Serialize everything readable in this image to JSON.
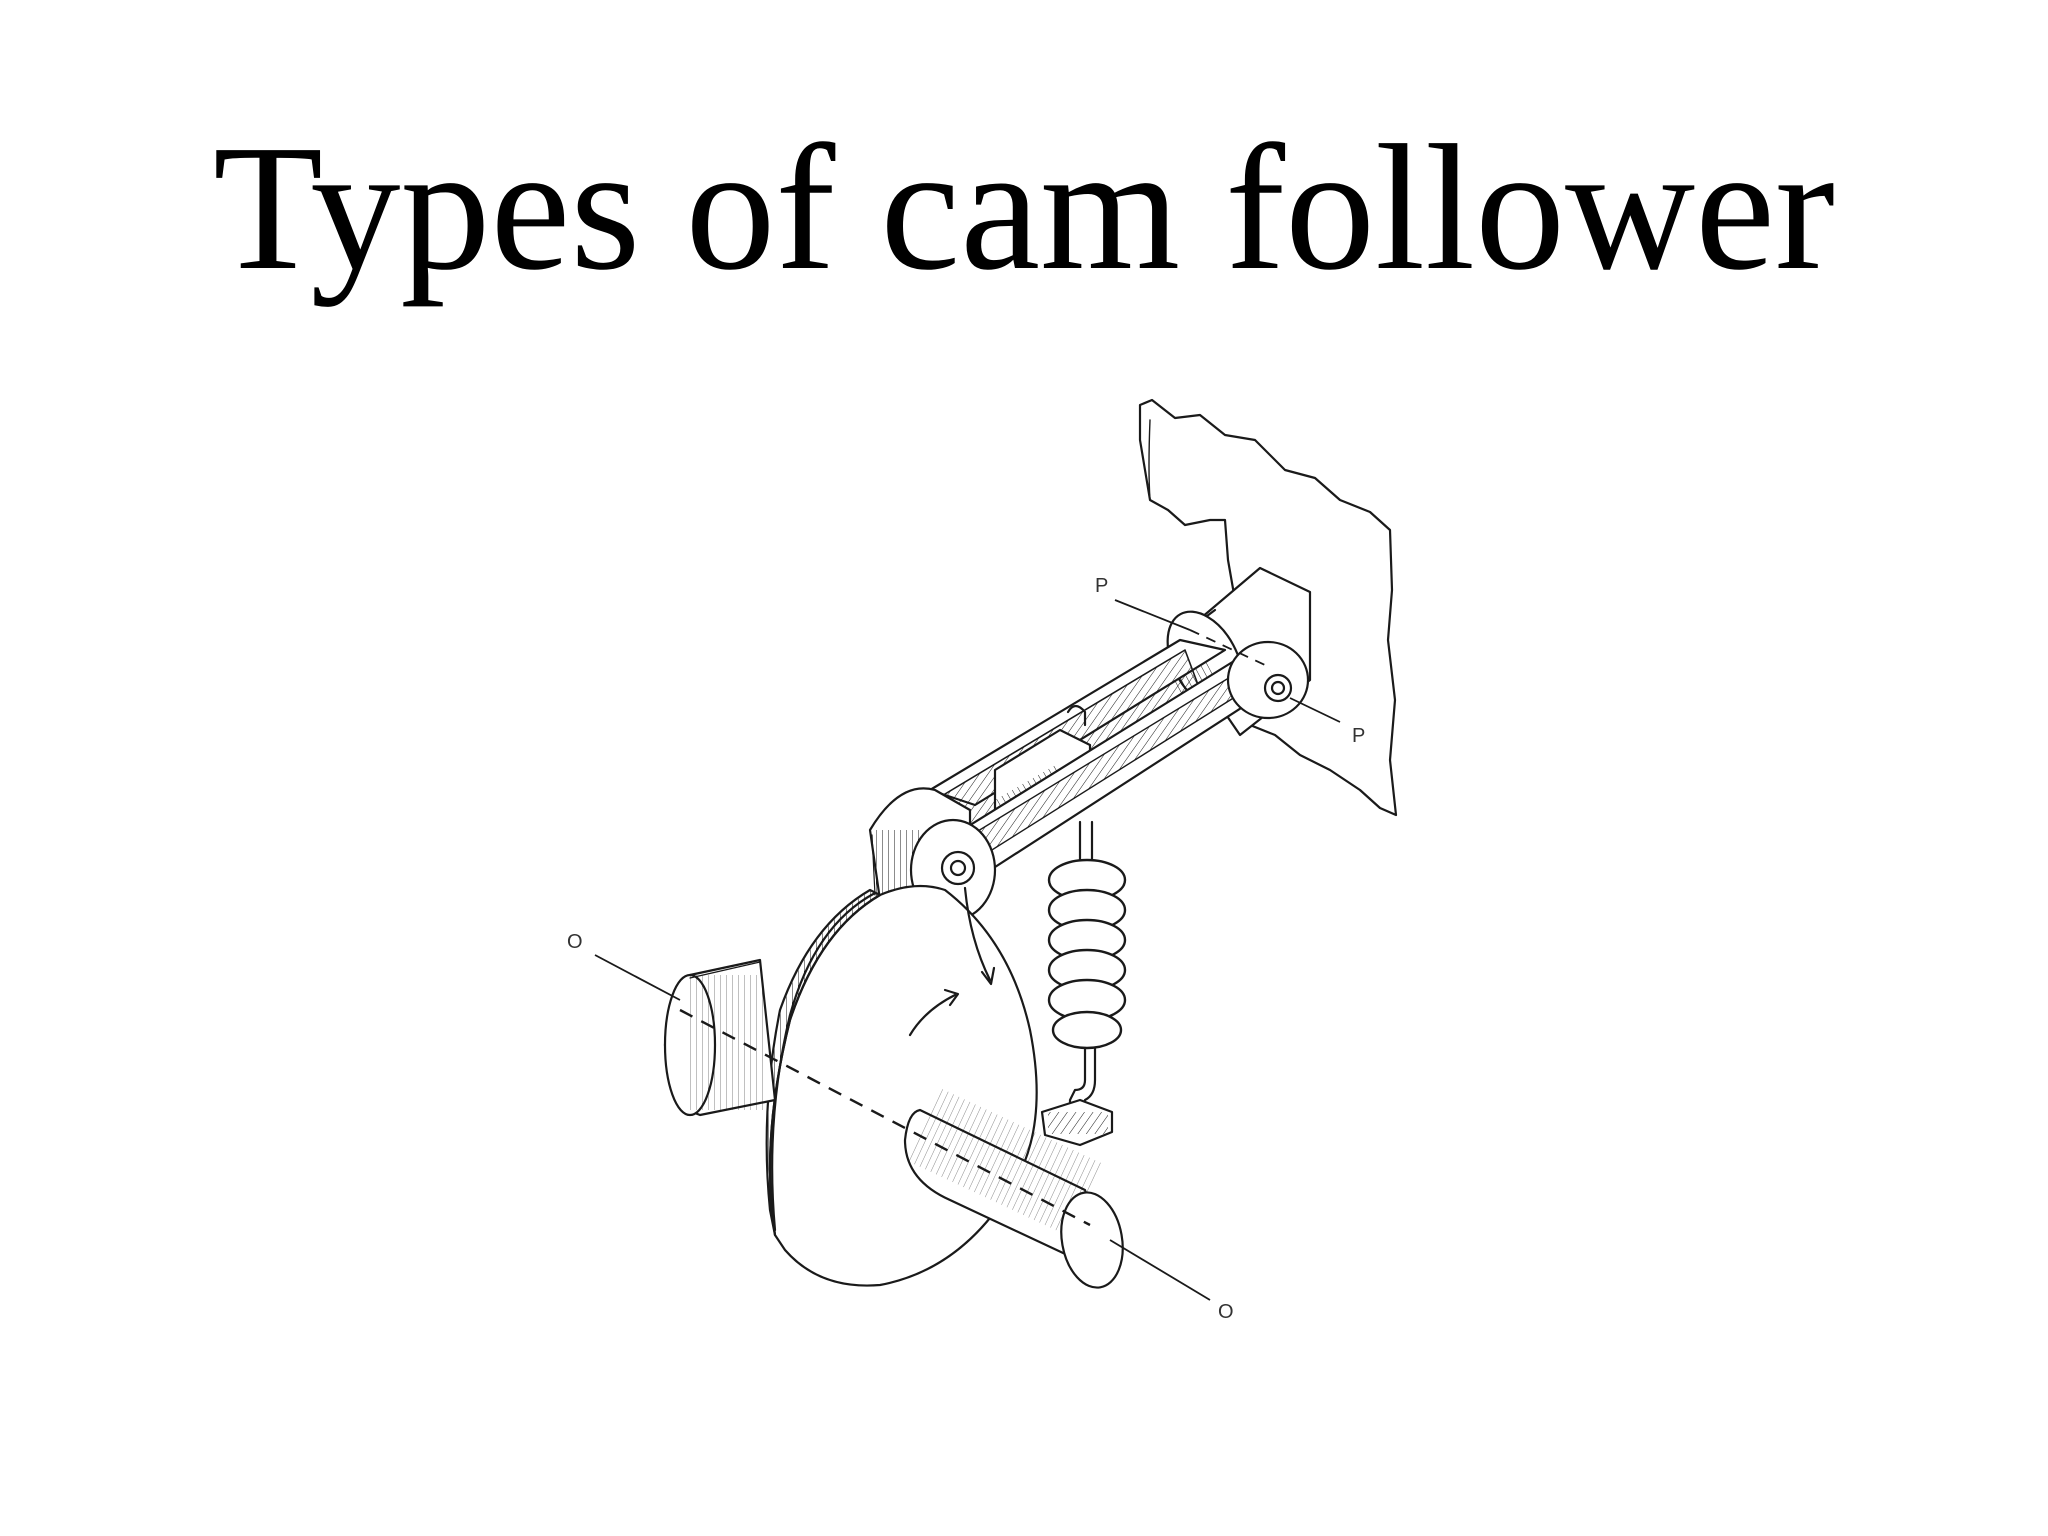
{
  "slide": {
    "title": "Types of cam follower"
  },
  "diagram": {
    "labels": {
      "pivot_axis_left": "P",
      "pivot_axis_right": "P",
      "cam_axis_left": "O",
      "cam_axis_right": "O"
    },
    "colors": {
      "ink": "#1a1a1a",
      "background": "#ffffff"
    }
  }
}
